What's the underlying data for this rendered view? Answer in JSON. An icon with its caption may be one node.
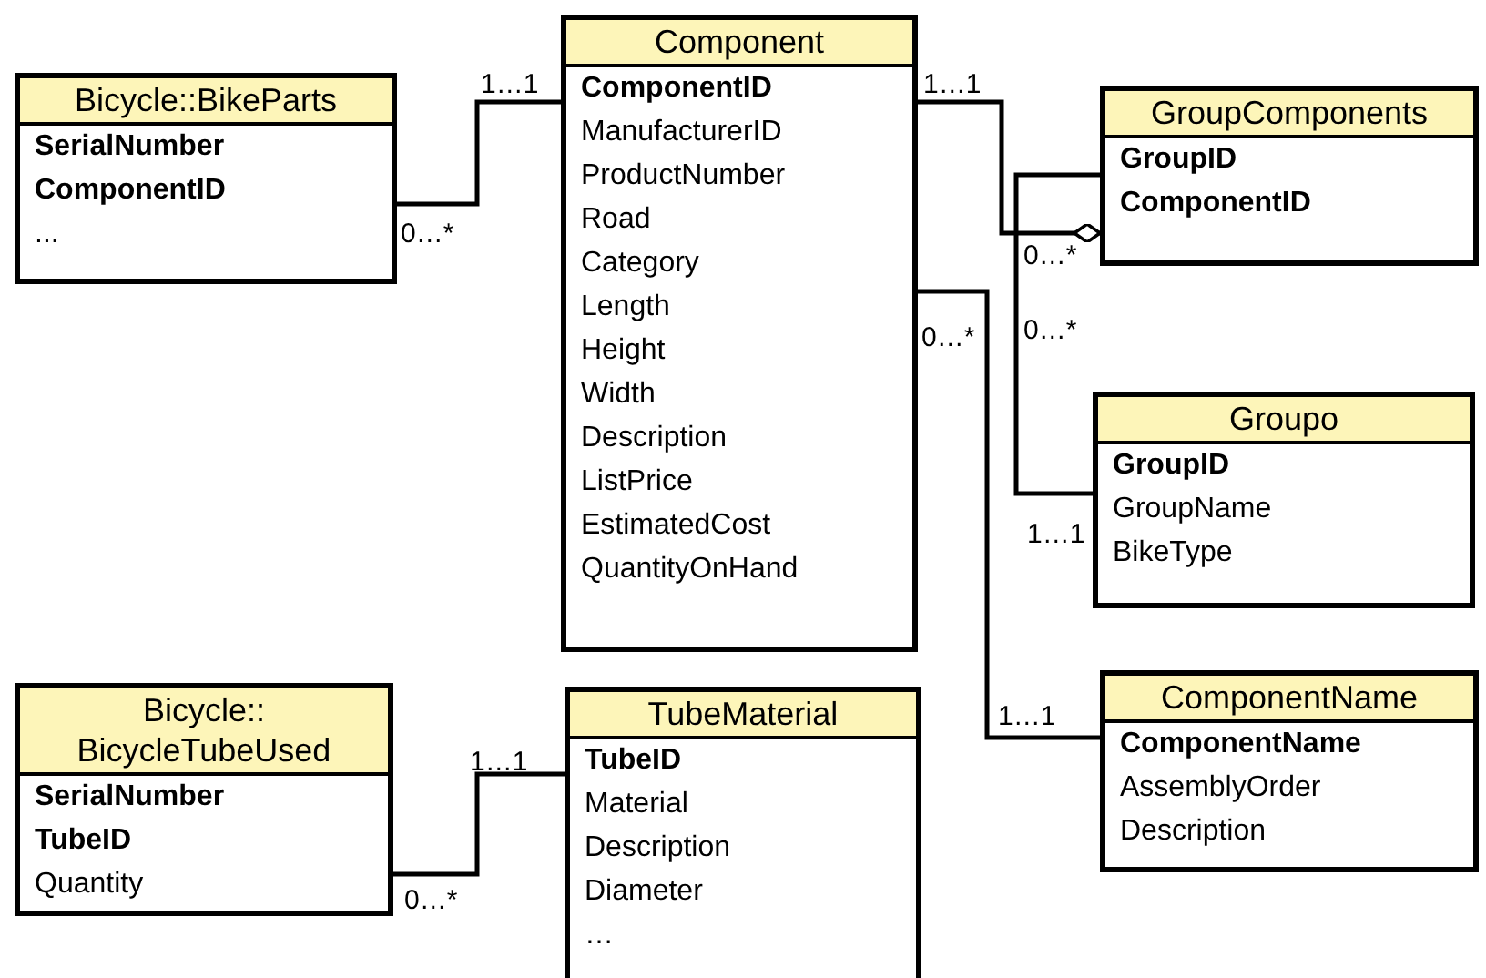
{
  "diagram": {
    "nodes": [
      {
        "text": [
          "Component",
          "**ComponentID**",
          "ManufacturerID",
          "ProductNumber",
          "Road",
          "Category",
          "Length",
          "Height",
          "Width",
          "Description",
          "ListPrice",
          "EstimatedCost",
          "QuantityOnHand"
        ]
      },
      {
        "text": [
          "Bicycle::BikeParts",
          "**SerialNumber**",
          "**ComponentID**",
          "..."
        ]
      },
      {
        "text": [
          "GroupComponents",
          "**GroupID**",
          "**ComponentID**"
        ]
      },
      {
        "text": [
          "Groupo",
          "**GroupID**",
          "GroupName",
          "BikeType"
        ]
      },
      {
        "text": [
          "ComponentName",
          "**ComponentName**",
          "AssemblyOrder",
          "Description"
        ]
      },
      {
        "text": [
          "Bicycle:: BicycleTubeUsed",
          "**SerialNumber**",
          "**TubeID**",
          "Quantity"
        ]
      },
      {
        "text": [
          "TubeMaterial",
          "**TubeID**",
          "Material",
          "Description",
          "Diameter",
          "…"
        ]
      }
    ],
    "edges": [
      {
        "from": 1,
        "to": 0,
        "arrow": "none"
      },
      {
        "from": 0,
        "to": 2,
        "arrow": "other"
      },
      {
        "from": 2,
        "to": 3,
        "arrow": "none"
      },
      {
        "from": 0,
        "to": 4,
        "arrow": "none"
      },
      {
        "from": 5,
        "to": 6,
        "arrow": "none"
      }
    ],
    "labels": [
      "1…1",
      "1…1",
      "0…*",
      "0…*",
      "0…*",
      "0…*",
      "1…1",
      "1…1",
      "1…1",
      "0…*"
    ]
  }
}
